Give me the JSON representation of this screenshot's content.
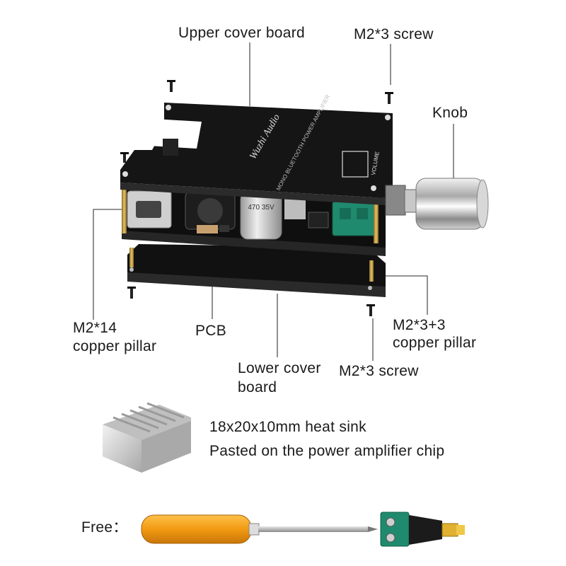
{
  "labels": {
    "upper_cover": "Upper cover board",
    "screw_top": "M2*3 screw",
    "knob": "Knob",
    "pillar_14_line1": "M2*14",
    "pillar_14_line2": "copper pillar",
    "pcb": "PCB",
    "pillar_33_line1": "M2*3+3",
    "pillar_33_line2": "copper pillar",
    "lower_cover_line1": "Lower cover",
    "lower_cover_line2": "board",
    "screw_bottom": "M2*3 screw",
    "heatsink_line1": "18x20x10mm heat sink",
    "heatsink_line2": "Pasted on the power amplifier chip",
    "free": "Free："
  },
  "board_print": {
    "brand": "Wuzhi Audio",
    "model": "MONO BLUETOOTH POWER AMPLIFIER",
    "capacitor": "470 35V",
    "volume": "VOLUME"
  },
  "colors": {
    "board": "#151515",
    "capacitor": "#c9c9c9",
    "terminal": "#1f8a6e",
    "brass": "#c9a24a",
    "heatsink": "#d6d6d6",
    "screwdriver_handle": "#f0a020"
  }
}
